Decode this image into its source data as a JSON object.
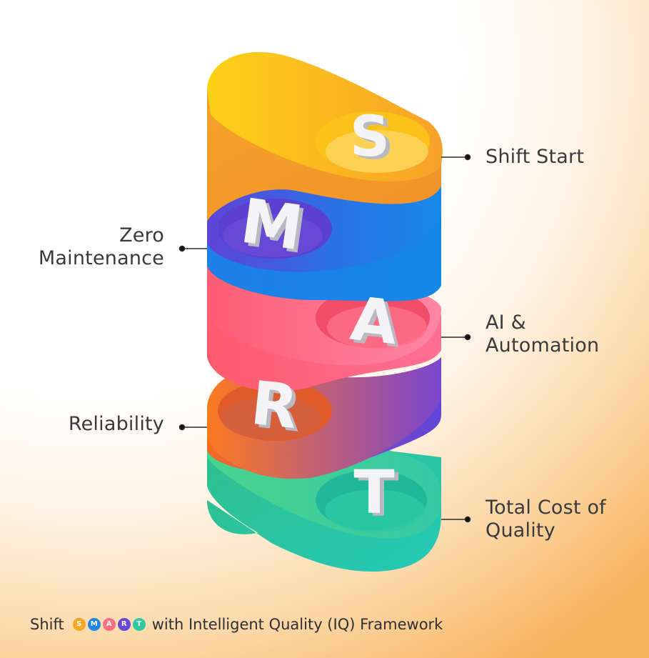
{
  "layers": [
    {
      "letter": "S",
      "label_lines": [
        "Shift Start"
      ],
      "side": "right",
      "color": "#f6a623",
      "colors": [
        "#fdd31a",
        "#f39a2a"
      ]
    },
    {
      "letter": "M",
      "label_lines": [
        "Zero",
        "Maintenance"
      ],
      "side": "left",
      "color": "#1e88e5",
      "colors": [
        "#6a3fd6",
        "#1b86ea"
      ]
    },
    {
      "letter": "A",
      "label_lines": [
        "AI &",
        "Automation"
      ],
      "side": "right",
      "color": "#ff6b81",
      "colors": [
        "#ff5c6e",
        "#ff7fa0"
      ]
    },
    {
      "letter": "R",
      "label_lines": [
        "Reliability"
      ],
      "side": "left",
      "color": "#6a47d9",
      "colors": [
        "#ff6a1a",
        "#6747d6"
      ]
    },
    {
      "letter": "T",
      "label_lines": [
        "Total Cost of",
        "Quality"
      ],
      "side": "right",
      "color": "#2ec9a0",
      "colors": [
        "#3fd08a",
        "#22c4b0"
      ]
    }
  ],
  "footer": {
    "prefix": "Shift",
    "suffix": "with Intelligent Quality (IQ) Framework",
    "badges": [
      {
        "letter": "S",
        "color": "#f6a623"
      },
      {
        "letter": "M",
        "color": "#1e88e5"
      },
      {
        "letter": "A",
        "color": "#ff6b81"
      },
      {
        "letter": "R",
        "color": "#6a47d9"
      },
      {
        "letter": "T",
        "color": "#2ec9a0"
      }
    ]
  }
}
